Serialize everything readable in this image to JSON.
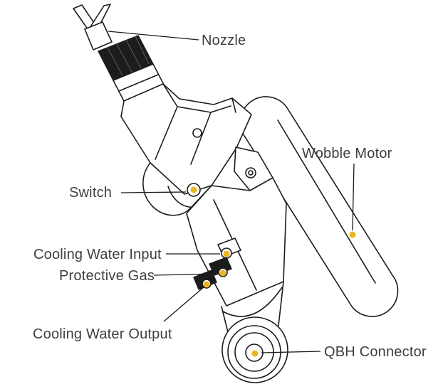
{
  "diagram": {
    "type": "labeled-technical-line-drawing",
    "labels": {
      "nozzle": "Nozzle",
      "wobble_motor": "Wobble Motor",
      "switch": "Switch",
      "cooling_water_input": "Cooling Water Input",
      "protective_gas": "Protective Gas",
      "cooling_water_output": "Cooling Water Output",
      "qbh_connector": "QBH Connector"
    },
    "colors": {
      "callout_dot": "#e9b61f",
      "line": "#1c1c1c",
      "text": "#3f3f3f",
      "background": "#ffffff"
    }
  }
}
